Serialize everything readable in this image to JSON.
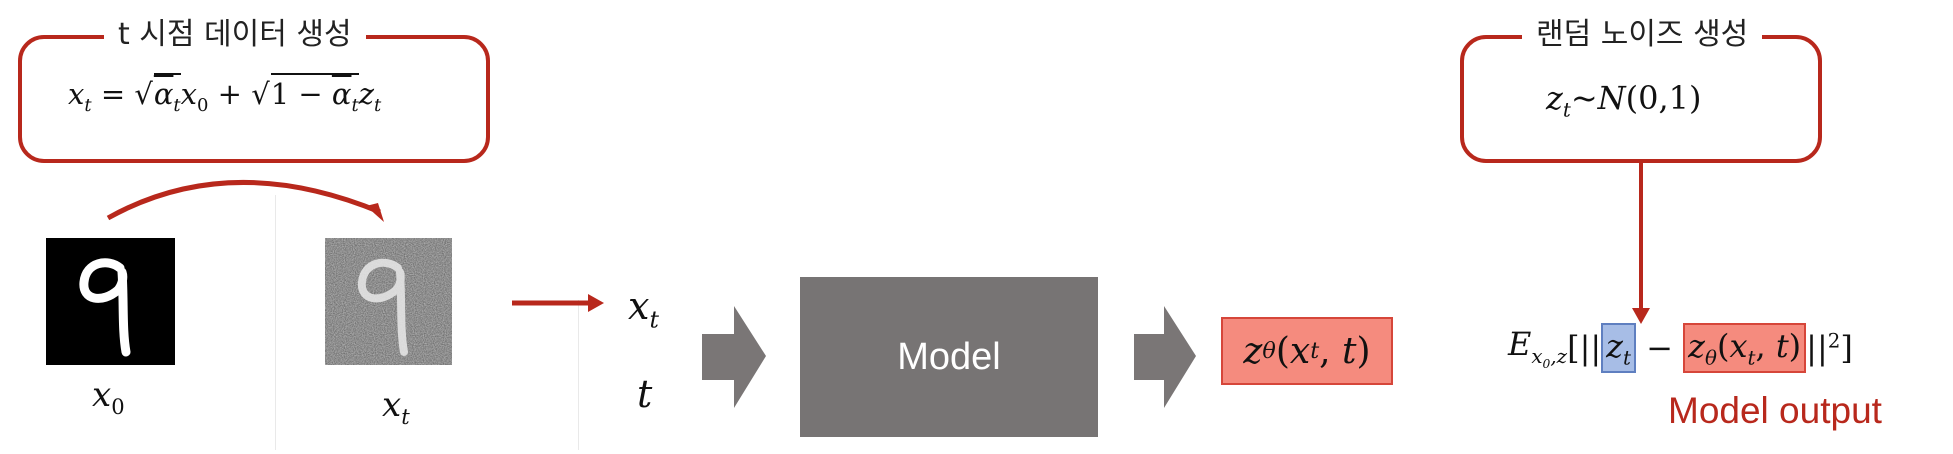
{
  "callout_left": {
    "title": "t 시점 데이터 생성"
  },
  "callout_right": {
    "title": "랜덤 노이즈 생성"
  },
  "labels": {
    "x0": "x",
    "x0_sub": "0",
    "xt": "x",
    "xt_sub": "t",
    "input_xt": "x",
    "input_xt_sub": "t",
    "input_t": "t"
  },
  "model": {
    "label": "Model"
  },
  "output_label": "Model output",
  "colors": {
    "accent_red": "#b8281c",
    "model_gray": "#777474",
    "arrow_gray": "#7a7676",
    "highlight_red": "#f58b7e",
    "highlight_blue": "#a7bde6"
  }
}
